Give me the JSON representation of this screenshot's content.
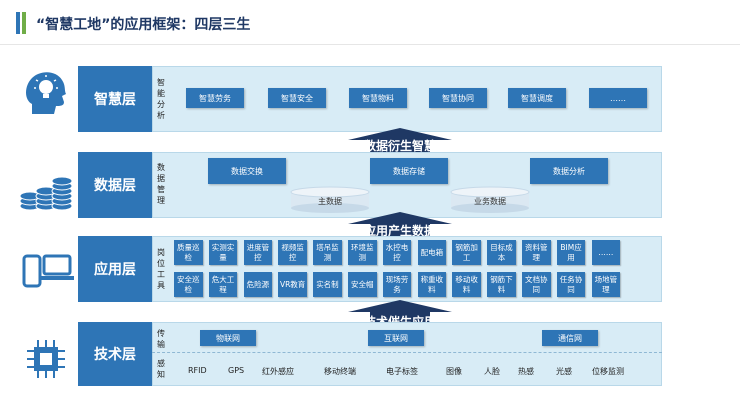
{
  "title": "“智慧工地”的应用框架：四层三生",
  "icons": {
    "wisdom": "head-lightbulb-icon",
    "data": "coin-stack-icon",
    "app": "devices-icon",
    "tech": "chip-icon"
  },
  "wisdom": {
    "label": "智慧层",
    "side": "智能分析",
    "items": [
      "智慧劳务",
      "智慧安全",
      "智慧物料",
      "智慧协同",
      "智慧调度",
      "……"
    ]
  },
  "arrow1": "数据衍生智慧",
  "data": {
    "label": "数据层",
    "side": "数据管理",
    "items": [
      "数据交换",
      "数据存储",
      "数据分析"
    ],
    "cylinders": [
      "主数据",
      "业务数据"
    ]
  },
  "arrow2": "应用产生数据",
  "app": {
    "label": "应用层",
    "side": "岗位工具",
    "row1": [
      "质量巡检",
      "实测实量",
      "进度管控",
      "视频监控",
      "塔吊监测",
      "环境监测",
      "水控电控",
      "配电箱",
      "钢筋加工",
      "目标成本",
      "资料管理",
      "BIM应用",
      "……"
    ],
    "row2": [
      "安全巡检",
      "危大工程",
      "危险源",
      "VR教育",
      "实名制",
      "安全帽",
      "现场劳务",
      "称重收料",
      "移动收料",
      "钢筋下料",
      "文档协同",
      "任务协同",
      "场地管理"
    ]
  },
  "arrow3": "技术催生应用",
  "tech": {
    "label": "技术层",
    "side1": "传输",
    "side2": "感知",
    "networks": [
      "物联网",
      "互联网",
      "通信网"
    ],
    "sensing": [
      "RFID",
      "GPS",
      "红外感应",
      "移动终端",
      "电子标签",
      "图像",
      "人脸",
      "热感",
      "光感",
      "位移监测"
    ]
  },
  "colors": {
    "primary": "#2e75b6",
    "band": "#d8ecf6",
    "arrow": "#1f3864",
    "title": "#1f3864"
  }
}
